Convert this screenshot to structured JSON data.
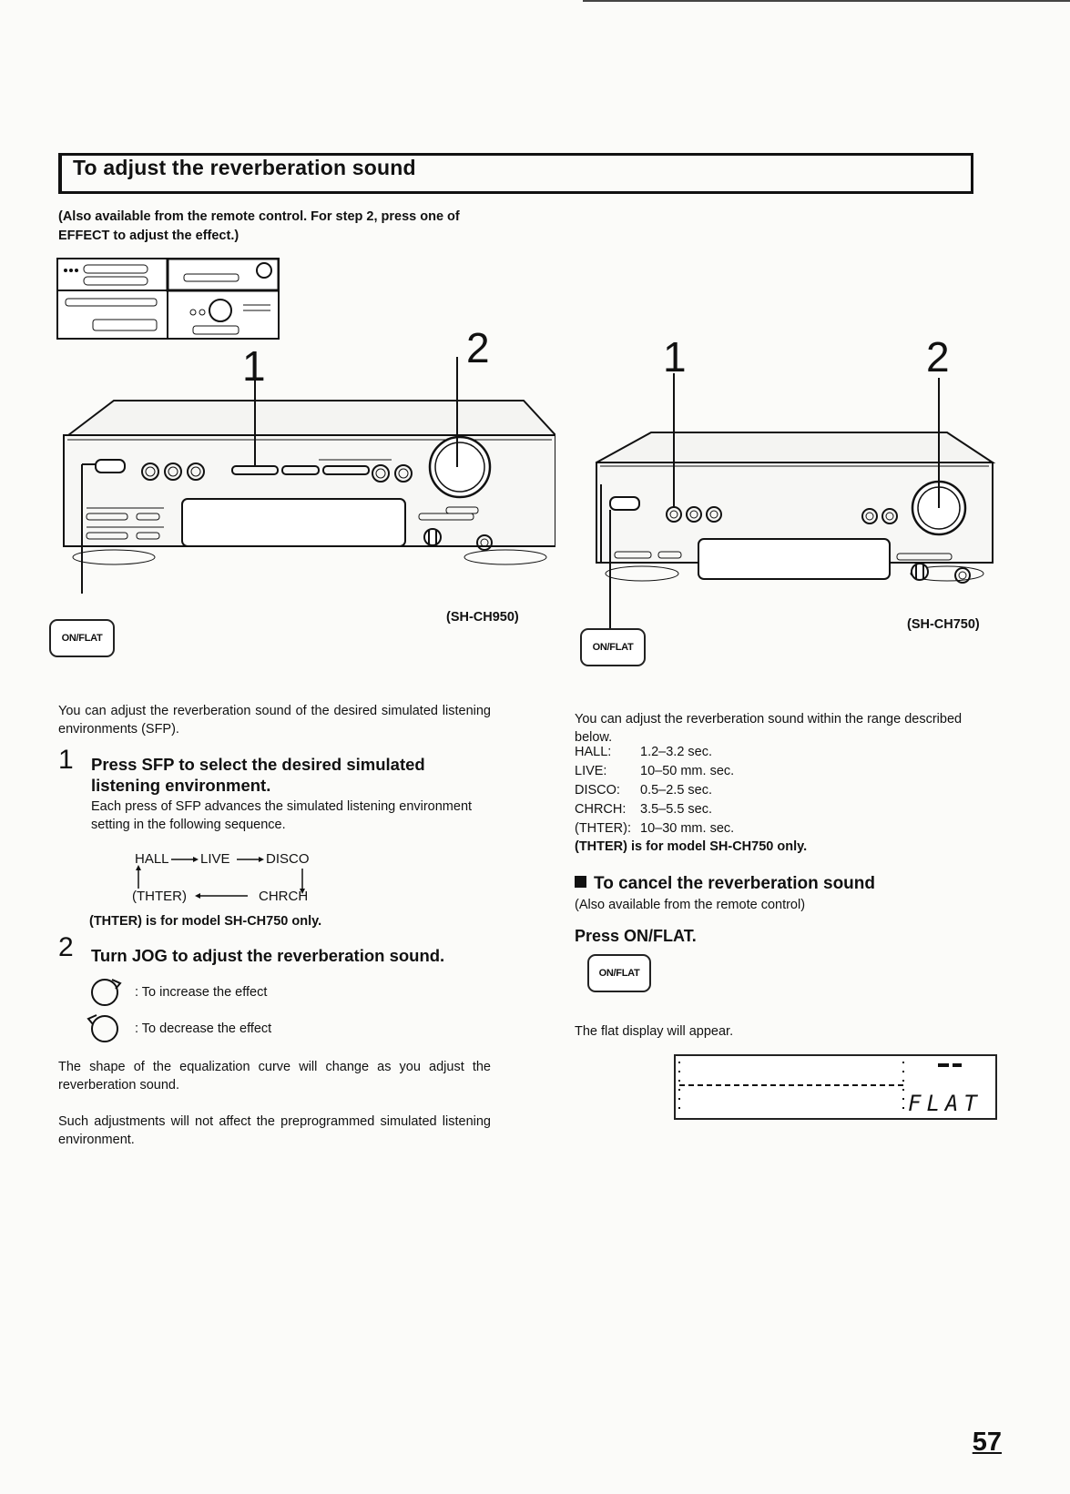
{
  "section": {
    "title": "To adjust the reverberation sound",
    "note": "(Also available from the remote control. For step 2, press one of EFFECT to adjust the effect.)"
  },
  "figure": {
    "left_model": "(SH-CH950)",
    "right_model": "(SH-CH750)",
    "callout_1": "1",
    "callout_2": "2",
    "onflat_button": "ON/FLAT"
  },
  "left": {
    "intro": "You can adjust the reverberation sound of the desired simulated listening environments (SFP).",
    "step1": {
      "number": "1",
      "title": "Press SFP to select the desired simulated listening environment.",
      "desc": "Each press of SFP advances the simulated listening environment setting in the following sequence."
    },
    "sequence": {
      "hall": "HALL",
      "live": "LIVE",
      "disco": "DISCO",
      "thter": "(THTER)",
      "chrch": "CHRCH"
    },
    "thter_note": "(THTER) is for model SH-CH750 only.",
    "step2": {
      "number": "2",
      "title": "Turn JOG to adjust the reverberation sound."
    },
    "increase": ":  To increase the effect",
    "decrease": ":  To decrease the effect",
    "para1": "The shape of the equalization curve will change as you adjust the reverberation sound.",
    "para2": "Such adjustments will not affect the preprogrammed simulated listening environment."
  },
  "right": {
    "intro": "You can adjust the reverberation sound within the range described below.",
    "ranges": [
      {
        "mode": "HALL:",
        "range": "1.2–3.2 sec."
      },
      {
        "mode": "LIVE:",
        "range": "10–50 mm. sec."
      },
      {
        "mode": "DISCO:",
        "range": "0.5–2.5 sec."
      },
      {
        "mode": "CHRCH:",
        "range": "3.5–5.5 sec."
      },
      {
        "mode": "(THTER):",
        "range": "10–30 mm. sec."
      }
    ],
    "thter_note": "(THTER) is for model SH-CH750 only.",
    "cancel_title": "To cancel the reverberation sound",
    "cancel_sub": "(Also available from the remote control)",
    "press": "Press ON/FLAT.",
    "button": "ON/FLAT",
    "flat_msg": "The flat display will appear.",
    "display_text": "FLAT"
  },
  "page_number": "57"
}
